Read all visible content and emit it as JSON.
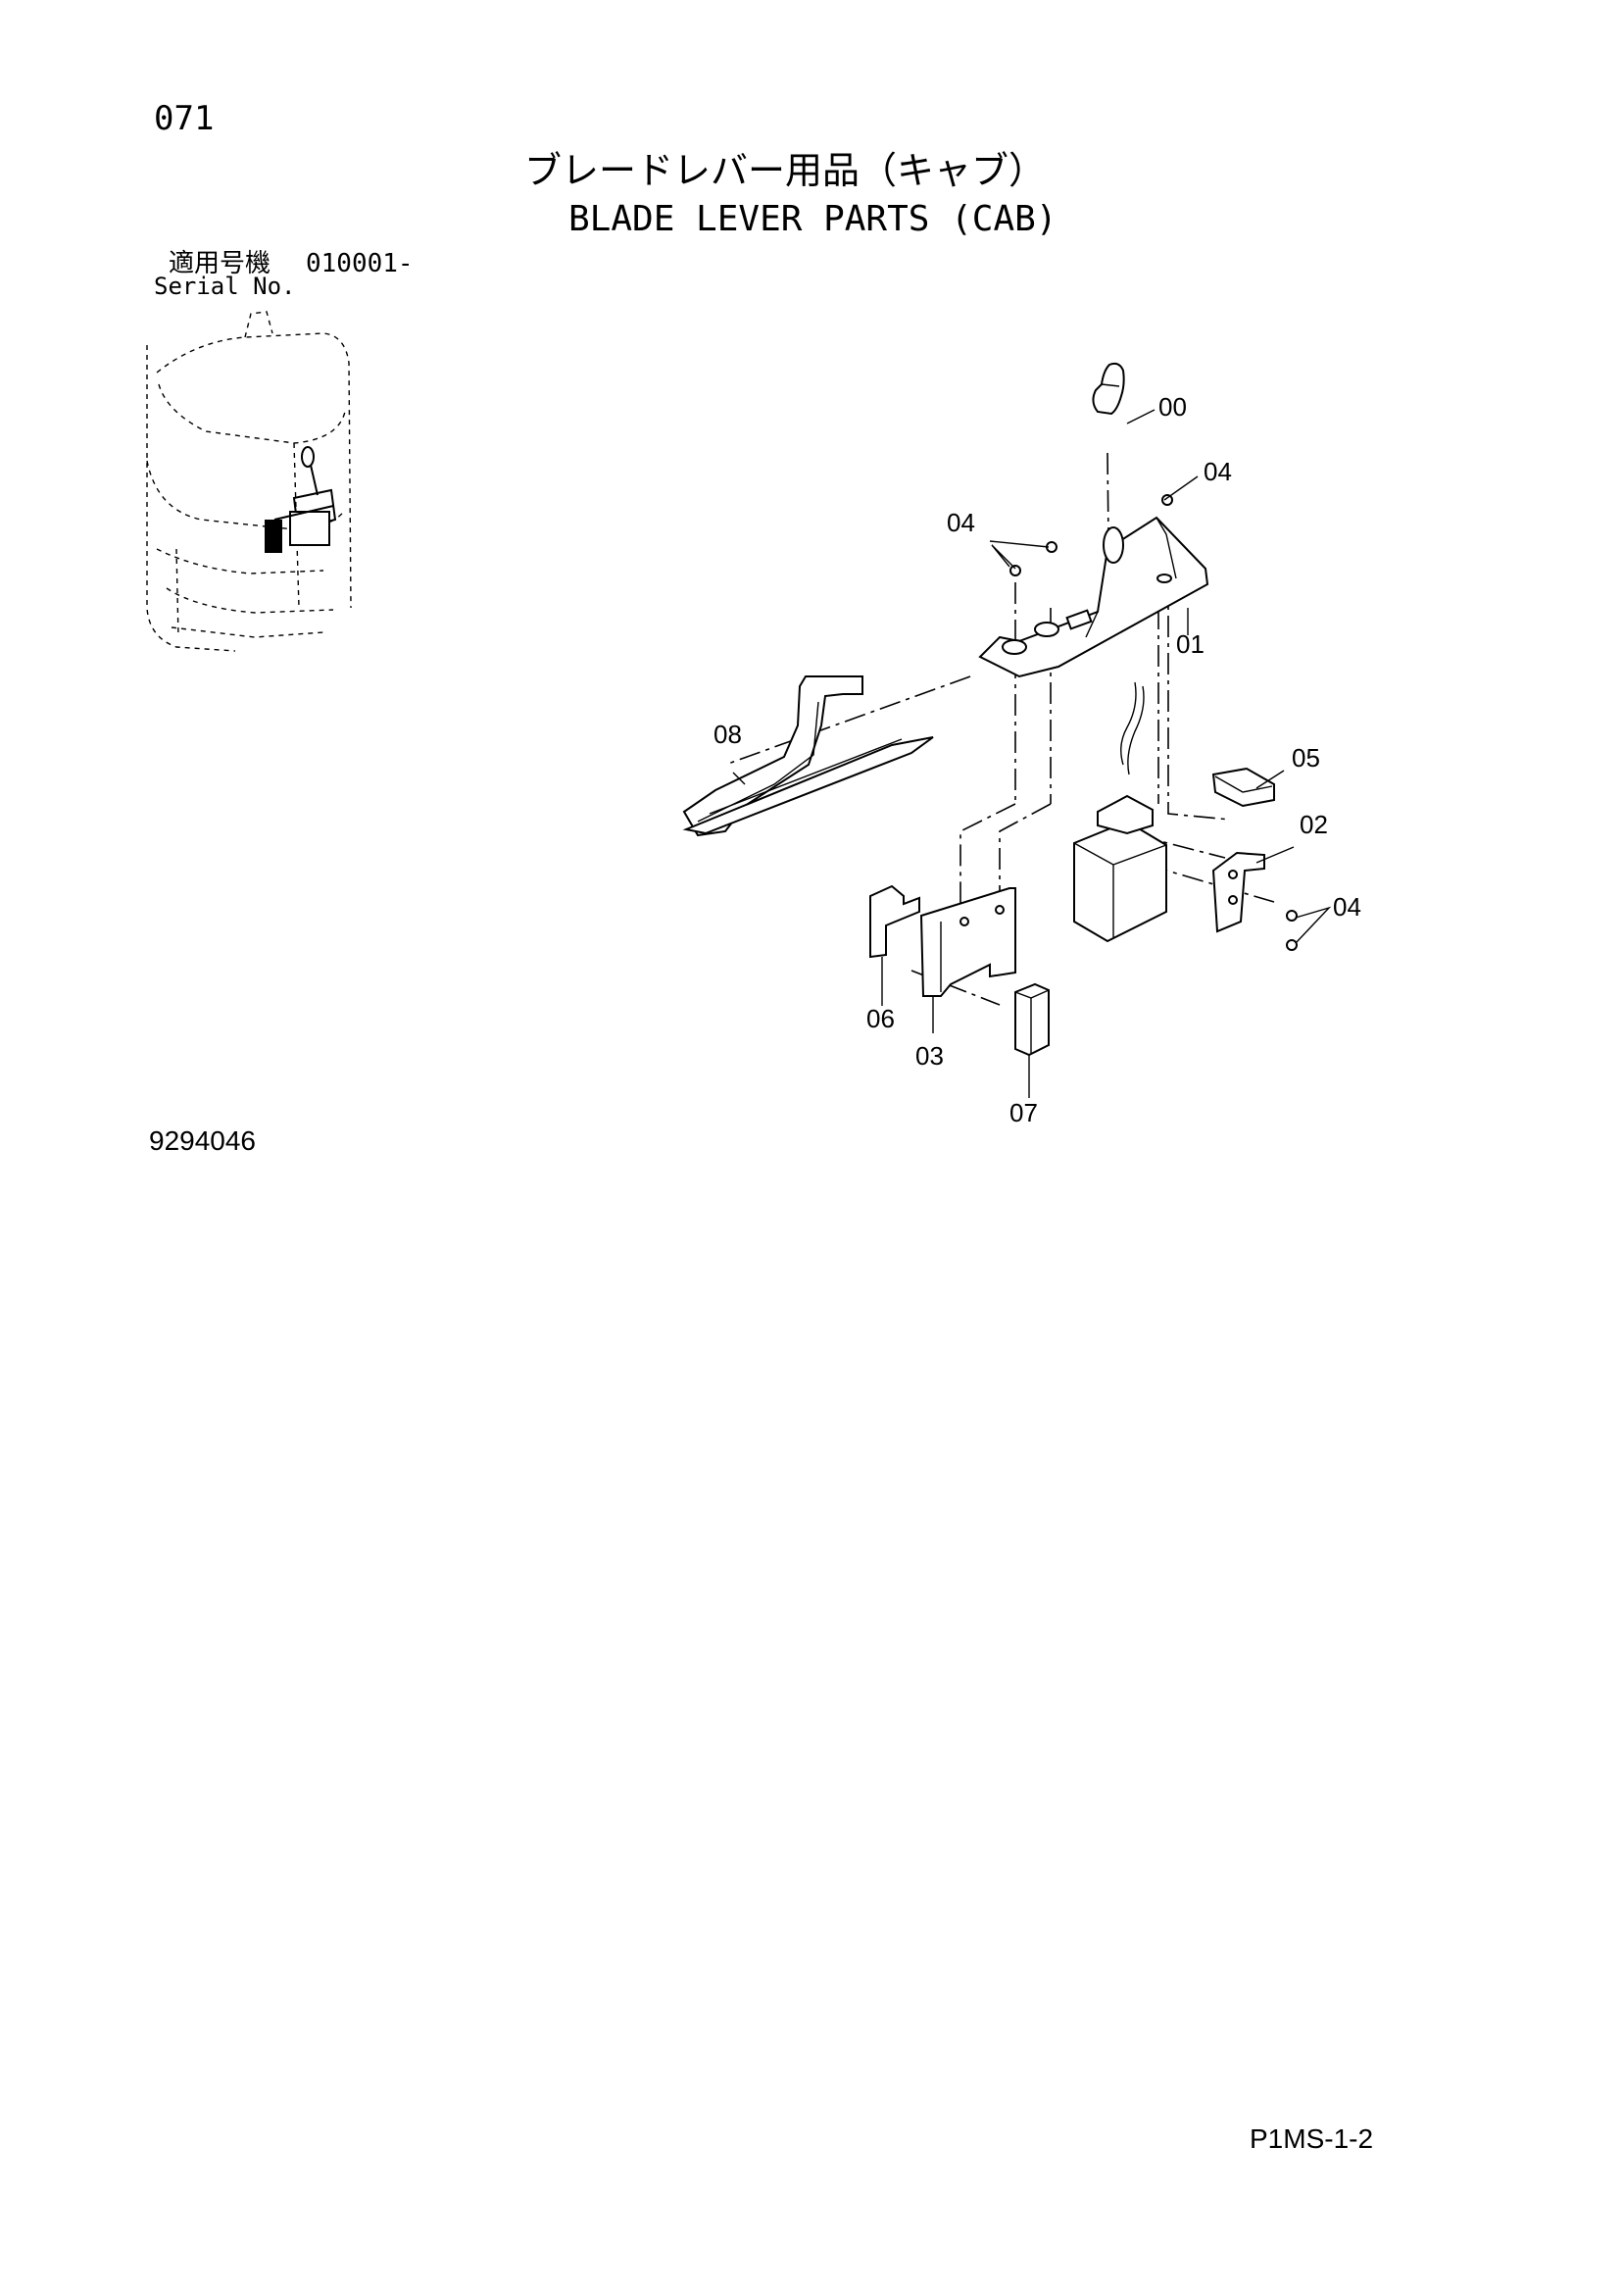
{
  "header": {
    "page_number": "071",
    "title_jp": "ブレードレバー用品（キャブ）",
    "title_en": "BLADE LEVER PARTS (CAB)"
  },
  "serial": {
    "label_jp": "適用号機",
    "range": "010001-",
    "label_en": "Serial No."
  },
  "diagram": {
    "callouts": {
      "c00": "00",
      "c01": "01",
      "c02": "02",
      "c03": "03",
      "c04a": "04",
      "c04b": "04",
      "c04c": "04",
      "c05": "05",
      "c06": "06",
      "c07": "07",
      "c08": "08"
    }
  },
  "footer": {
    "drawing_number": "9294046",
    "page_code": "P1MS-1-2"
  }
}
